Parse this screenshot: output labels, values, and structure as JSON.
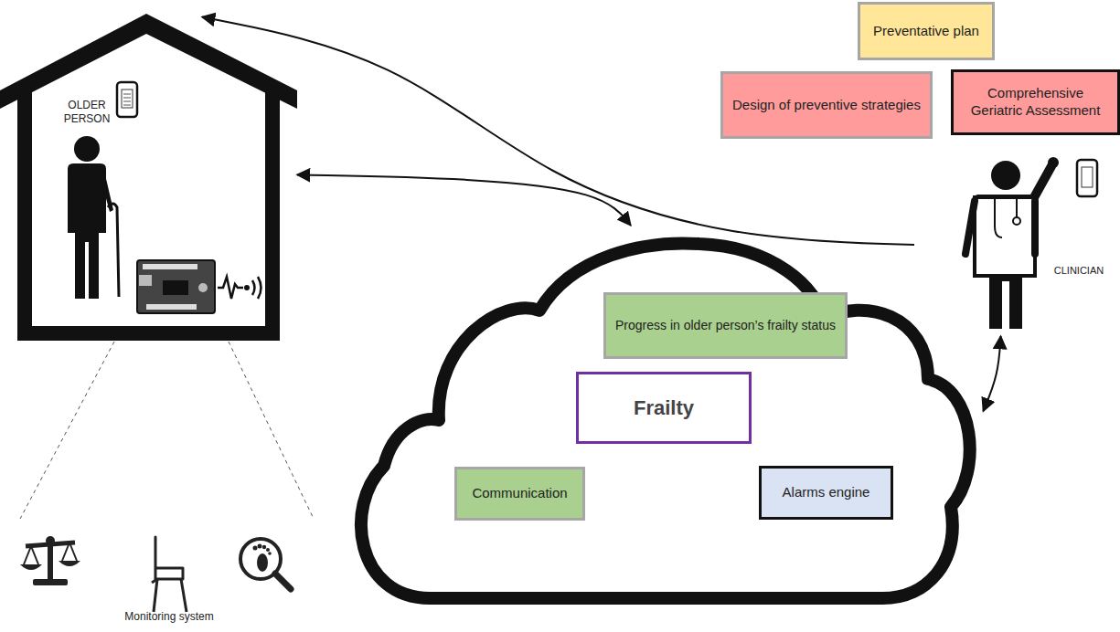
{
  "diagram": {
    "nodes": [
      {
        "text": [
          "OLDER PERSON"
        ]
      },
      {
        "text": [
          "Preventative plan"
        ]
      },
      {
        "text": [
          "Design of preventive strategies"
        ]
      },
      {
        "text": [
          "Comprehensive Geriatric Assessment"
        ]
      },
      {
        "text": [
          "CLINICIAN"
        ]
      },
      {
        "text": []
      },
      {
        "text": [
          "Progress in older person’s frailty status"
        ],
        "in": 5
      },
      {
        "text": [
          "Frailty"
        ],
        "in": 5
      },
      {
        "text": [
          "Communication"
        ],
        "in": 5
      },
      {
        "text": [
          "Alarms engine"
        ],
        "in": 5
      }
    ],
    "edges": [
      {
        "from": 4,
        "to": 0,
        "arrow": "to"
      },
      {
        "from": 0,
        "to": 5,
        "arrow": "both"
      },
      {
        "from": 4,
        "to": 5,
        "arrow": "both"
      }
    ],
    "labels": [
      "Monitoring system"
    ]
  }
}
